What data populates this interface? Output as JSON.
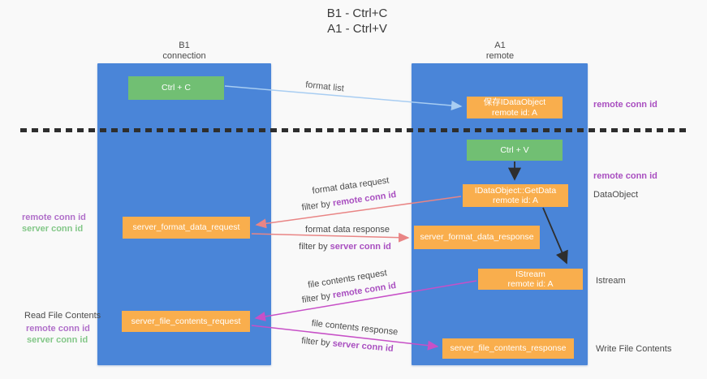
{
  "title": {
    "line1": "B1 - Ctrl+C",
    "line2": "A1 - Ctrl+V"
  },
  "columns": {
    "left": {
      "name": "B1",
      "subtitle": "connection"
    },
    "right": {
      "name": "A1",
      "subtitle": "remote"
    }
  },
  "nodes": {
    "ctrl_c": "Ctrl + C",
    "ctrl_v": "Ctrl + V",
    "save_idataobject": {
      "line1": "保存IDataObject",
      "line2": "remote id: A"
    },
    "getdata": {
      "line1": "IDataObject::GetData",
      "line2": "remote id: A"
    },
    "istream": {
      "line1": "IStream",
      "line2": "remote id: A"
    },
    "format_request": "server_format_data_request",
    "format_response": "server_format_data_response",
    "file_request": "server_file_contents_request",
    "file_response": "server_file_contents_response"
  },
  "labels": {
    "format_list": "format list",
    "format_data_request": "format data request",
    "format_data_response": "format data response",
    "file_contents_request": "file contents request",
    "file_contents_response": "file contents response",
    "filter_by": "filter by ",
    "remote_conn_id": "remote conn id",
    "server_conn_id": "server conn id",
    "dataobject": "DataObject",
    "istream": "Istream",
    "read_file_contents": "Read File Contents",
    "write_file_contents": "Write File Contents"
  },
  "colors": {
    "column_blue": "#4a85d8",
    "box_green": "#71bf73",
    "box_orange": "#f9ae4d",
    "arrow_light_blue": "#a8cdf2",
    "arrow_salmon": "#e98585",
    "arrow_magenta": "#c750c7",
    "arrow_black": "#2e2e2e",
    "text_purple": "#a94fc0",
    "text_lilac": "#b06fc9",
    "text_green": "#83c788",
    "background": "#f9f9f9"
  }
}
